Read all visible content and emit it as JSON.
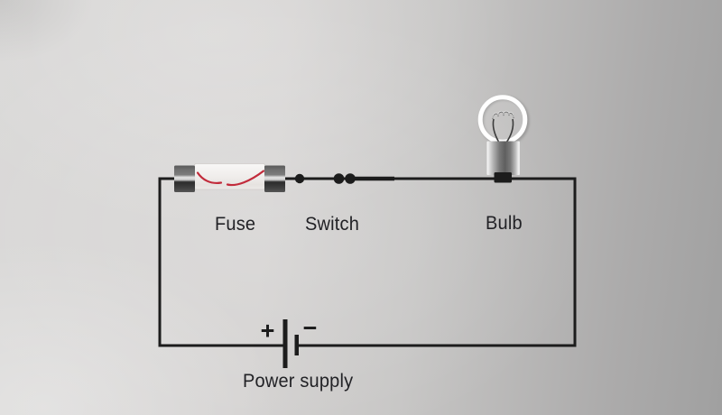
{
  "diagram": {
    "type": "series-circuit",
    "labels": {
      "fuse": "Fuse",
      "switch": "Switch",
      "bulb": "Bulb",
      "power_supply": "Power supply"
    },
    "battery": {
      "plus": "+",
      "minus": "−"
    },
    "components": [
      {
        "icon": "fuse-icon",
        "label": "Fuse",
        "state": "blown filament shown in red"
      },
      {
        "icon": "switch-icon",
        "label": "Switch",
        "state": "closed contacts shown as dots"
      },
      {
        "icon": "bulb-icon",
        "label": "Bulb"
      },
      {
        "icon": "battery-icon",
        "label": "Power supply"
      }
    ]
  },
  "theme": {
    "wire": "#1c1c1c",
    "filament-red": "#c22b3b",
    "label": "#222226",
    "bulb-ring": "#ffffff",
    "bg-light": "#d9d8d7",
    "bg-dark": "#a0a0a0"
  }
}
